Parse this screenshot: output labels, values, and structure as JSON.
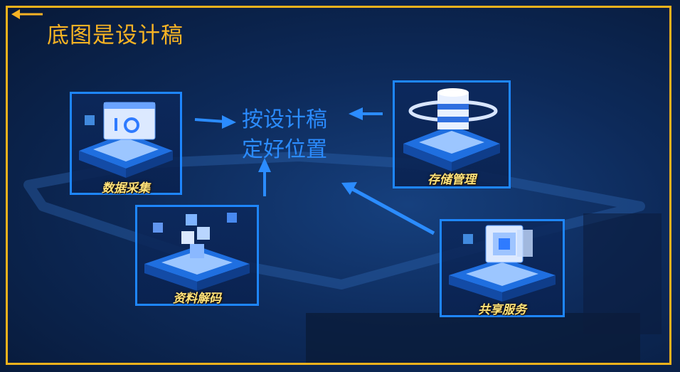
{
  "title": "底图是设计稿",
  "center_text": {
    "line1": "按设计稿",
    "line2": "定好位置"
  },
  "cards": {
    "collect": {
      "label": "数据采集",
      "icon": "data-collect-icon"
    },
    "storage": {
      "label": "存储管理",
      "icon": "database-icon"
    },
    "decode": {
      "label": "资料解码",
      "icon": "cubes-icon"
    },
    "share": {
      "label": "共享服务",
      "icon": "share-service-icon"
    }
  },
  "colors": {
    "frame": "#f2b21c",
    "accent": "#1e86ff",
    "label": "#ffe27a",
    "center_text": "#2b8cff"
  }
}
